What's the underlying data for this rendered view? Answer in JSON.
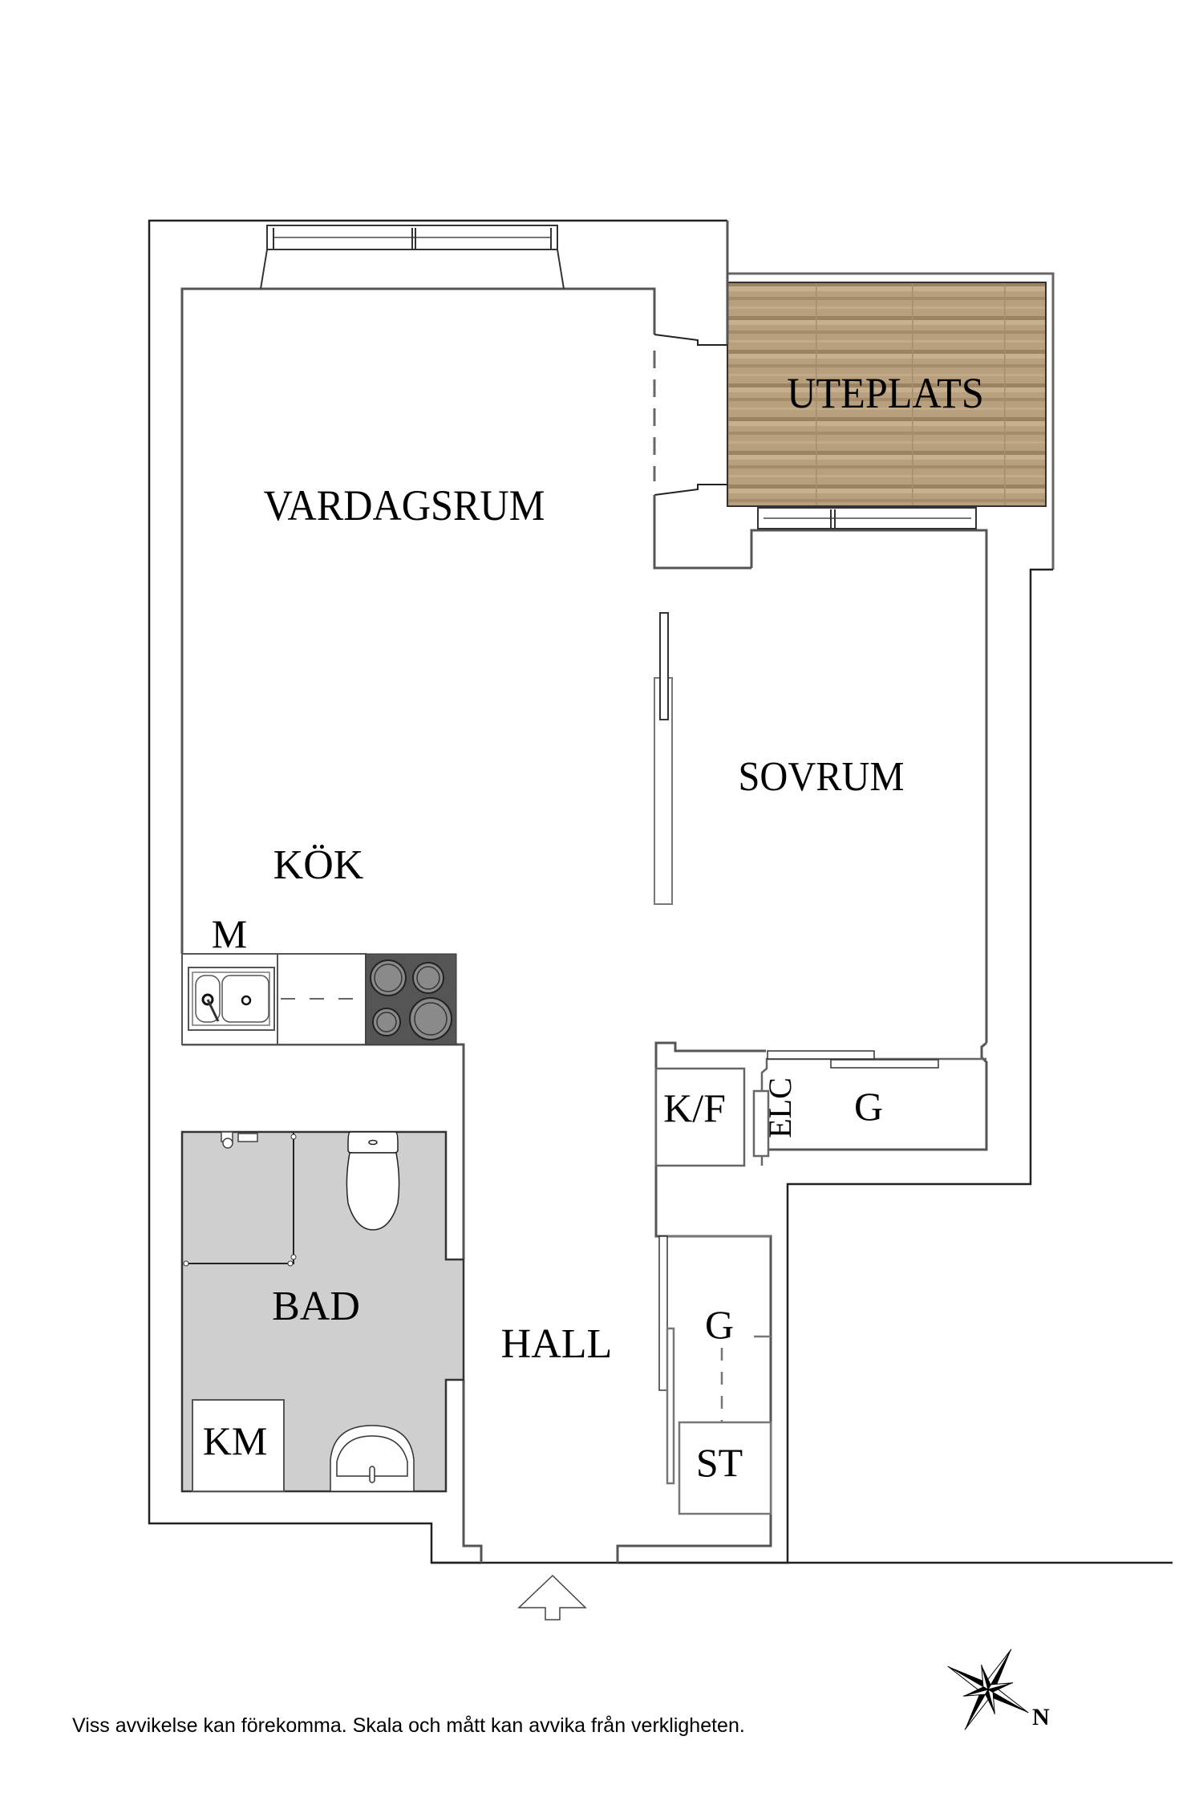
{
  "plan": {
    "rooms": [
      {
        "id": "vardagsrum",
        "label": "VARDAGSRUM"
      },
      {
        "id": "uteplats",
        "label": "UTEPLATS"
      },
      {
        "id": "sovrum",
        "label": "SOVRUM"
      },
      {
        "id": "kok",
        "label": "KÖK"
      },
      {
        "id": "bad",
        "label": "BAD"
      },
      {
        "id": "hall",
        "label": "HALL"
      }
    ],
    "fixtures": {
      "microwave": "M",
      "fridge_freezer": "K/F",
      "electric_cabinet": "ELC",
      "wardrobe_bedroom": "G",
      "wardrobe_hall": "G",
      "storage": "ST",
      "washing_machine": "KM"
    },
    "colors": {
      "wall": "#4a4a4a",
      "wall_dark": "#111111",
      "bathroom_floor": "#cfcfcf",
      "deck_wood": "#b39a78",
      "deck_stripe": "#8f7658",
      "stove": "#555555",
      "burner": "#8a8a8a"
    },
    "entrance_icon": "entrance-arrow-icon",
    "compass": {
      "icon": "compass-rose-icon",
      "north_label": "N"
    }
  },
  "footer": {
    "disclaimer": "Viss avvikelse kan förekomma. Skala och mått kan avvika från verkligheten."
  }
}
